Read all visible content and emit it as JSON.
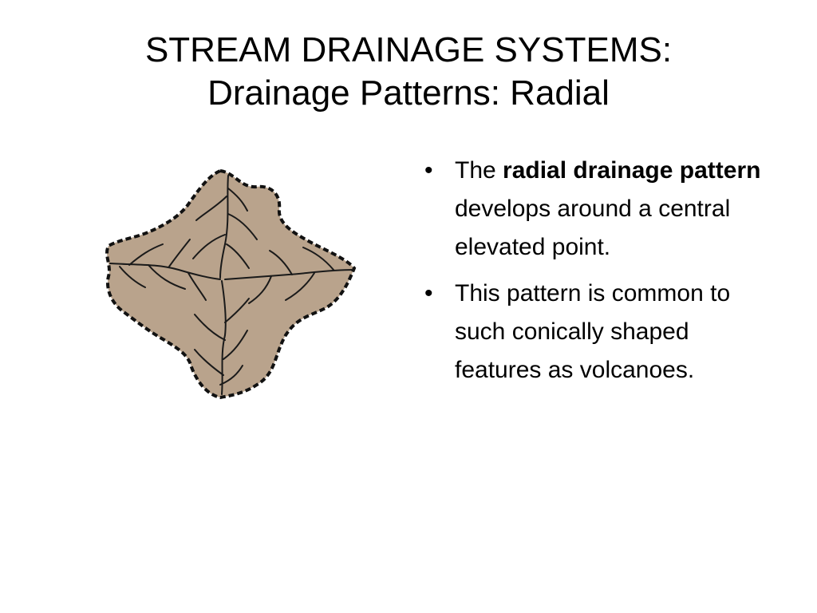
{
  "slide": {
    "title_line1": "STREAM DRAINAGE SYSTEMS:",
    "title_line2": "Drainage Patterns: Radial"
  },
  "figure": {
    "icon": "radial-drainage-diagram",
    "fill_color": "#b9a38c",
    "outline_color": "#111111",
    "stream_color": "#1a1a1a"
  },
  "bullets": [
    {
      "bullet": "•",
      "pre": "The ",
      "bold": "radial drainage pattern",
      "post": " develops around a central elevated point."
    },
    {
      "bullet": "•",
      "text": "This pattern is common to such conically shaped features as volcanoes."
    }
  ]
}
